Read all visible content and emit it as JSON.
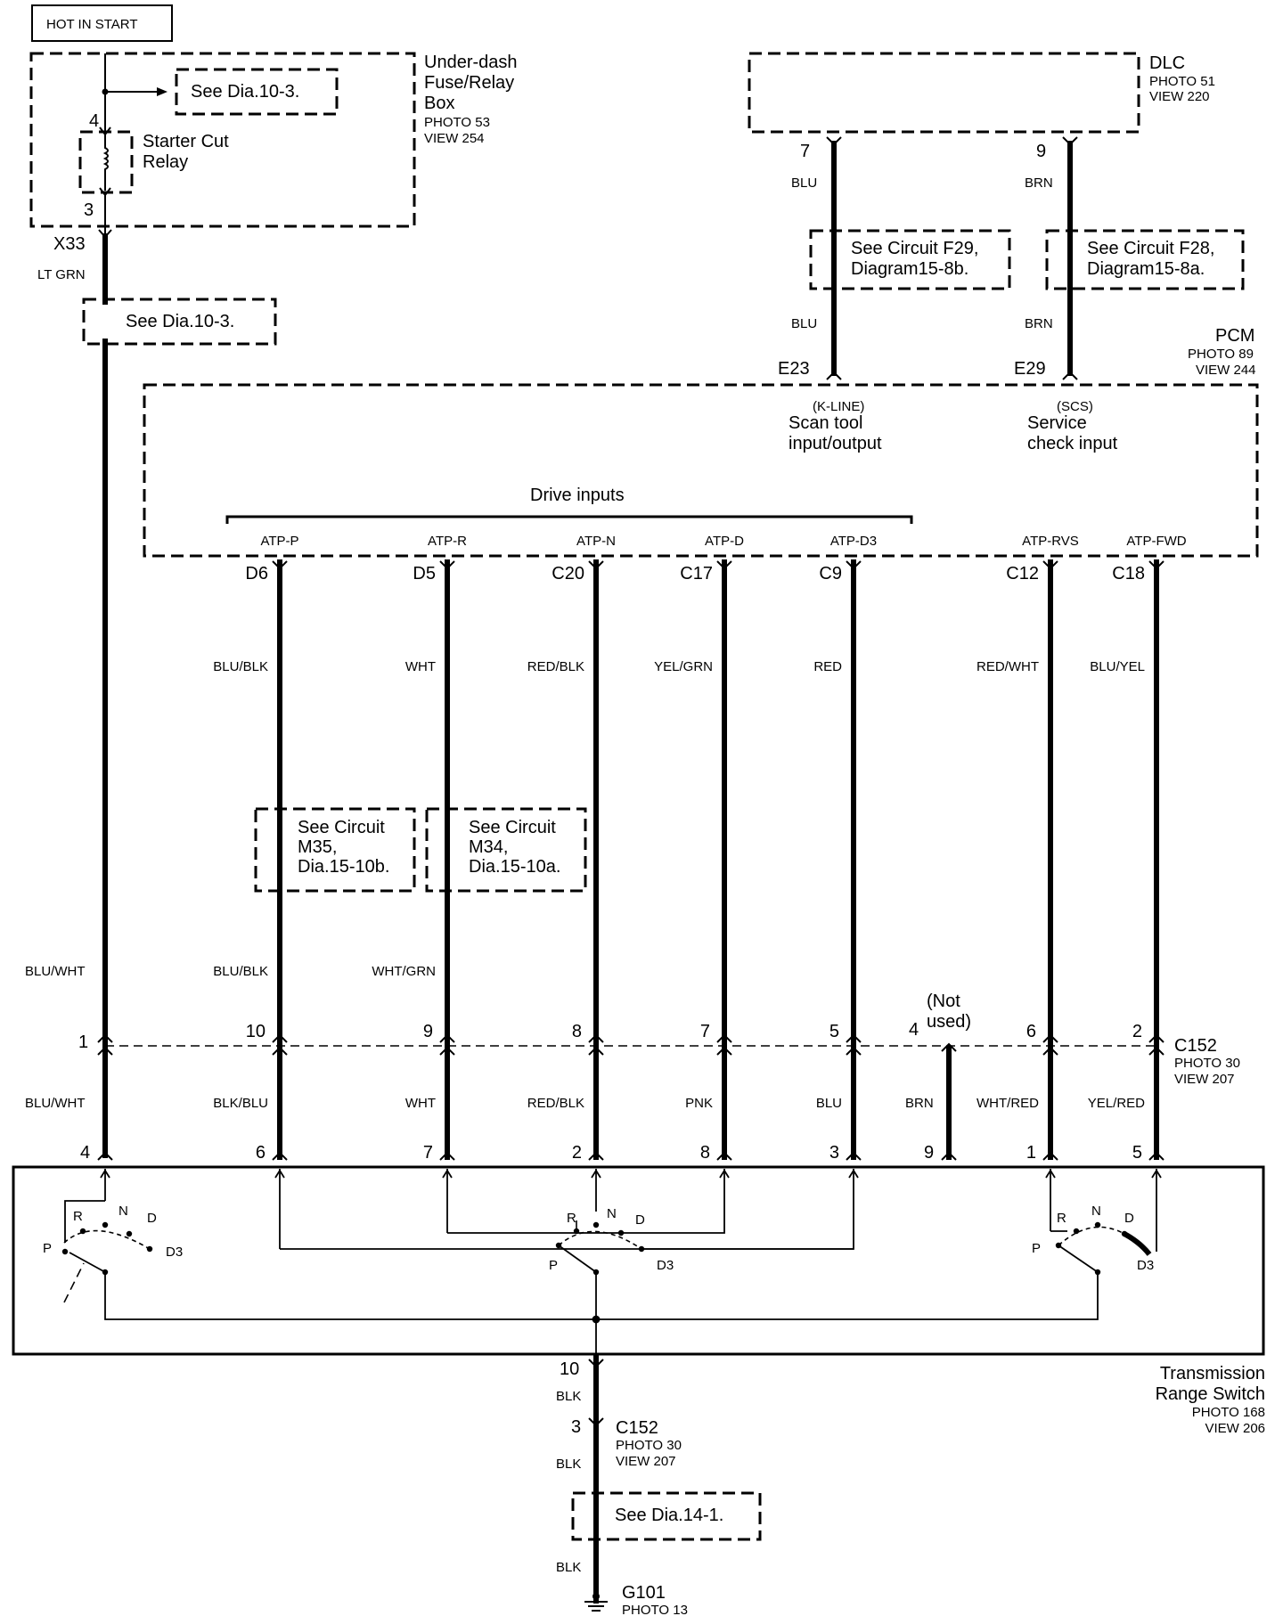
{
  "hot_in_start": "HOT IN START",
  "fuse_box": {
    "name_lines": [
      "Under-dash",
      "Fuse/Relay",
      "Box"
    ],
    "photo": "PHOTO 53",
    "view": "VIEW 254"
  },
  "see_dia_10_3": "See Dia.10-3.",
  "starter_relay": {
    "lines": [
      "Starter Cut",
      "Relay"
    ],
    "pin_top": "4",
    "pin_bottom": "3"
  },
  "x33": "X33",
  "lt_grn": "LT GRN",
  "dlc": {
    "name": "DLC",
    "photo": "PHOTO 51",
    "view": "VIEW 220"
  },
  "dlc_pins": [
    {
      "pin": "7",
      "color_top": "BLU",
      "ref_lines": [
        "See Circuit F29,",
        "Diagram15-8b."
      ],
      "color_bottom": "BLU",
      "terminal": "E23",
      "fn_code": "(K-LINE)",
      "fn_lines": [
        "Scan tool",
        "input/output"
      ]
    },
    {
      "pin": "9",
      "color_top": "BRN",
      "ref_lines": [
        "See Circuit F28,",
        "Diagram15-8a."
      ],
      "color_bottom": "BRN",
      "terminal": "E29",
      "fn_code": "(SCS)",
      "fn_lines": [
        "Service",
        "check input"
      ]
    }
  ],
  "pcm": {
    "name": "PCM",
    "photo": "PHOTO 89",
    "view": "VIEW 244"
  },
  "drive_inputs": "Drive inputs",
  "pcm_inputs": [
    {
      "label": "ATP-P",
      "terminal": "D6",
      "color_pcm": "BLU/BLK",
      "color_above_c152": "BLU/BLK",
      "c152_pin": "10",
      "color_below": "BLK/BLU",
      "switch_pin": "6"
    },
    {
      "label": "ATP-R",
      "terminal": "D5",
      "color_pcm": "WHT",
      "color_above_c152": "WHT/GRN",
      "c152_pin": "9",
      "color_below": "WHT",
      "switch_pin": "7"
    },
    {
      "label": "ATP-N",
      "terminal": "C20",
      "color_pcm": "RED/BLK",
      "color_above_c152": "",
      "c152_pin": "8",
      "color_below": "RED/BLK",
      "switch_pin": "2"
    },
    {
      "label": "ATP-D",
      "terminal": "C17",
      "color_pcm": "YEL/GRN",
      "color_above_c152": "",
      "c152_pin": "7",
      "color_below": "PNK",
      "switch_pin": "8"
    },
    {
      "label": "ATP-D3",
      "terminal": "C9",
      "color_pcm": "RED",
      "color_above_c152": "",
      "c152_pin": "5",
      "color_below": "BLU",
      "switch_pin": "3"
    },
    {
      "label": "ATP-RVS",
      "terminal": "C12",
      "color_pcm": "RED/WHT",
      "color_above_c152": "",
      "c152_pin": "6",
      "color_below": "WHT/RED",
      "switch_pin": "1"
    },
    {
      "label": "ATP-FWD",
      "terminal": "C18",
      "color_pcm": "BLU/YEL",
      "color_above_c152": "",
      "c152_pin": "2",
      "color_below": "YEL/RED",
      "switch_pin": "5"
    }
  ],
  "circuit_refs": [
    {
      "lines": [
        "See Circuit",
        "M35,",
        "Dia.15-10b."
      ]
    },
    {
      "lines": [
        "See Circuit",
        "M34,",
        "Dia.15-10a."
      ]
    }
  ],
  "feed_wire": {
    "color_above_c152": "BLU/WHT",
    "c152_pin": "1",
    "color_below": "BLU/WHT",
    "switch_pin": "4"
  },
  "unused": {
    "c152_pin": "4",
    "lines": [
      "(Not",
      "used)"
    ],
    "color_below": "BRN",
    "switch_pin": "9"
  },
  "c152": {
    "name": "C152",
    "photo": "PHOTO 30",
    "view": "VIEW 207"
  },
  "switch_positions": {
    "p": "P",
    "r": "R",
    "n": "N",
    "d": "D",
    "d3": "D3"
  },
  "trs": {
    "name_lines": [
      "Transmission",
      "Range Switch"
    ],
    "photo": "PHOTO 168",
    "view": "VIEW 206"
  },
  "ground_run": {
    "pin": "10",
    "color1": "BLK",
    "c152_pin": "3",
    "c152_name": "C152",
    "c152_photo": "PHOTO 30",
    "c152_view": "VIEW 207",
    "color2": "BLK",
    "ref": "See Dia.14-1.",
    "color3": "BLK"
  },
  "ground": {
    "name": "G101",
    "photo": "PHOTO 13"
  }
}
